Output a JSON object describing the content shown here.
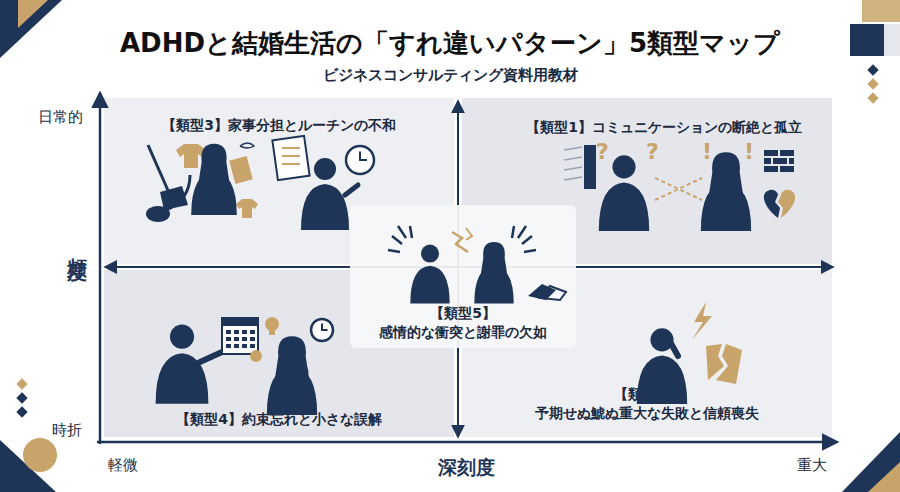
{
  "diagram": {
    "title": "ADHDと結婚生活の「すれ違いパターン」5類型マップ",
    "nodes": [
      {
        "text": [
          "【類型3】家事分担とルーチンの不和"
        ]
      },
      {
        "text": [
          "【類型1】コミュニケーションの断絶と孤立"
        ]
      },
      {
        "text": [
          "【類型5】",
          "感情的な衝突と謝罪の欠如"
        ]
      },
      {
        "text": [
          "【類型4】約束忘れと小さな誤解"
        ]
      },
      {
        "text": [
          "【類型2】",
          "予期せぬ鯱ぬ重大な失敗と信頼喪失"
        ]
      }
    ],
    "labels": [
      "ビジネスコンサルティング資料用教材",
      "日常的",
      "頻度",
      "時折",
      "軽微",
      "深刻度",
      "重大",
      "?",
      "?",
      "!",
      "!"
    ]
  }
}
